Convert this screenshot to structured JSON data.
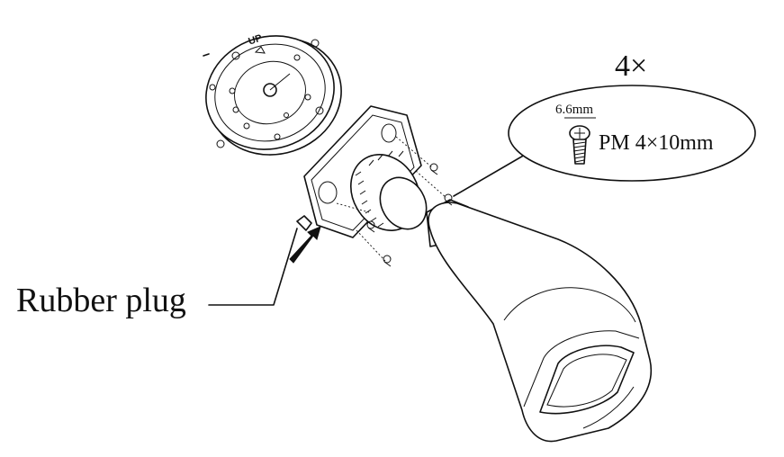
{
  "labels": {
    "rubber_plug": "Rubber plug",
    "screw_count": "4×",
    "screw_length": "6.6mm",
    "screw_spec": "PM 4×10mm",
    "mount_marking": "UP"
  },
  "colors": {
    "line": "#111111",
    "background": "#ffffff"
  }
}
